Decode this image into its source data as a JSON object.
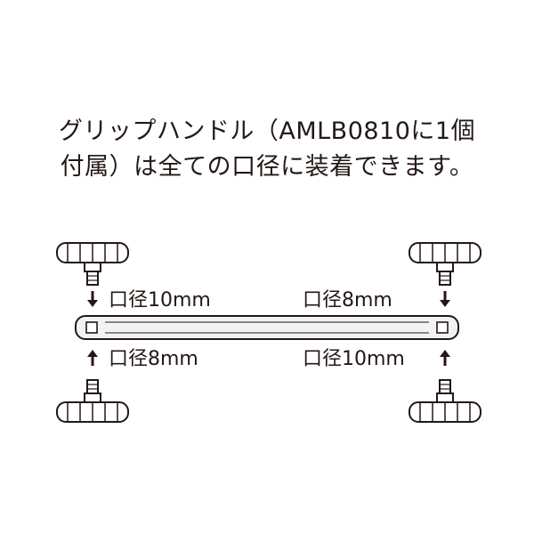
{
  "caption": {
    "line1": "グリップハンドル（AMLB0810に1個",
    "line2": "付属）は全ての口径に装着できます。"
  },
  "labels": {
    "left_top": "口径10mm",
    "right_top": "口径8mm",
    "left_bottom": "口径8mm",
    "right_bottom": "口径10mm"
  },
  "colors": {
    "ink": "#231815",
    "bar_fill": "#f2f2f2",
    "background": "#ffffff"
  },
  "icons": {
    "arrow_down": "arrow-down-icon",
    "arrow_up": "arrow-up-icon",
    "grip_handle": "grip-handle-icon",
    "wrench_bar": "wrench-bar-icon"
  }
}
